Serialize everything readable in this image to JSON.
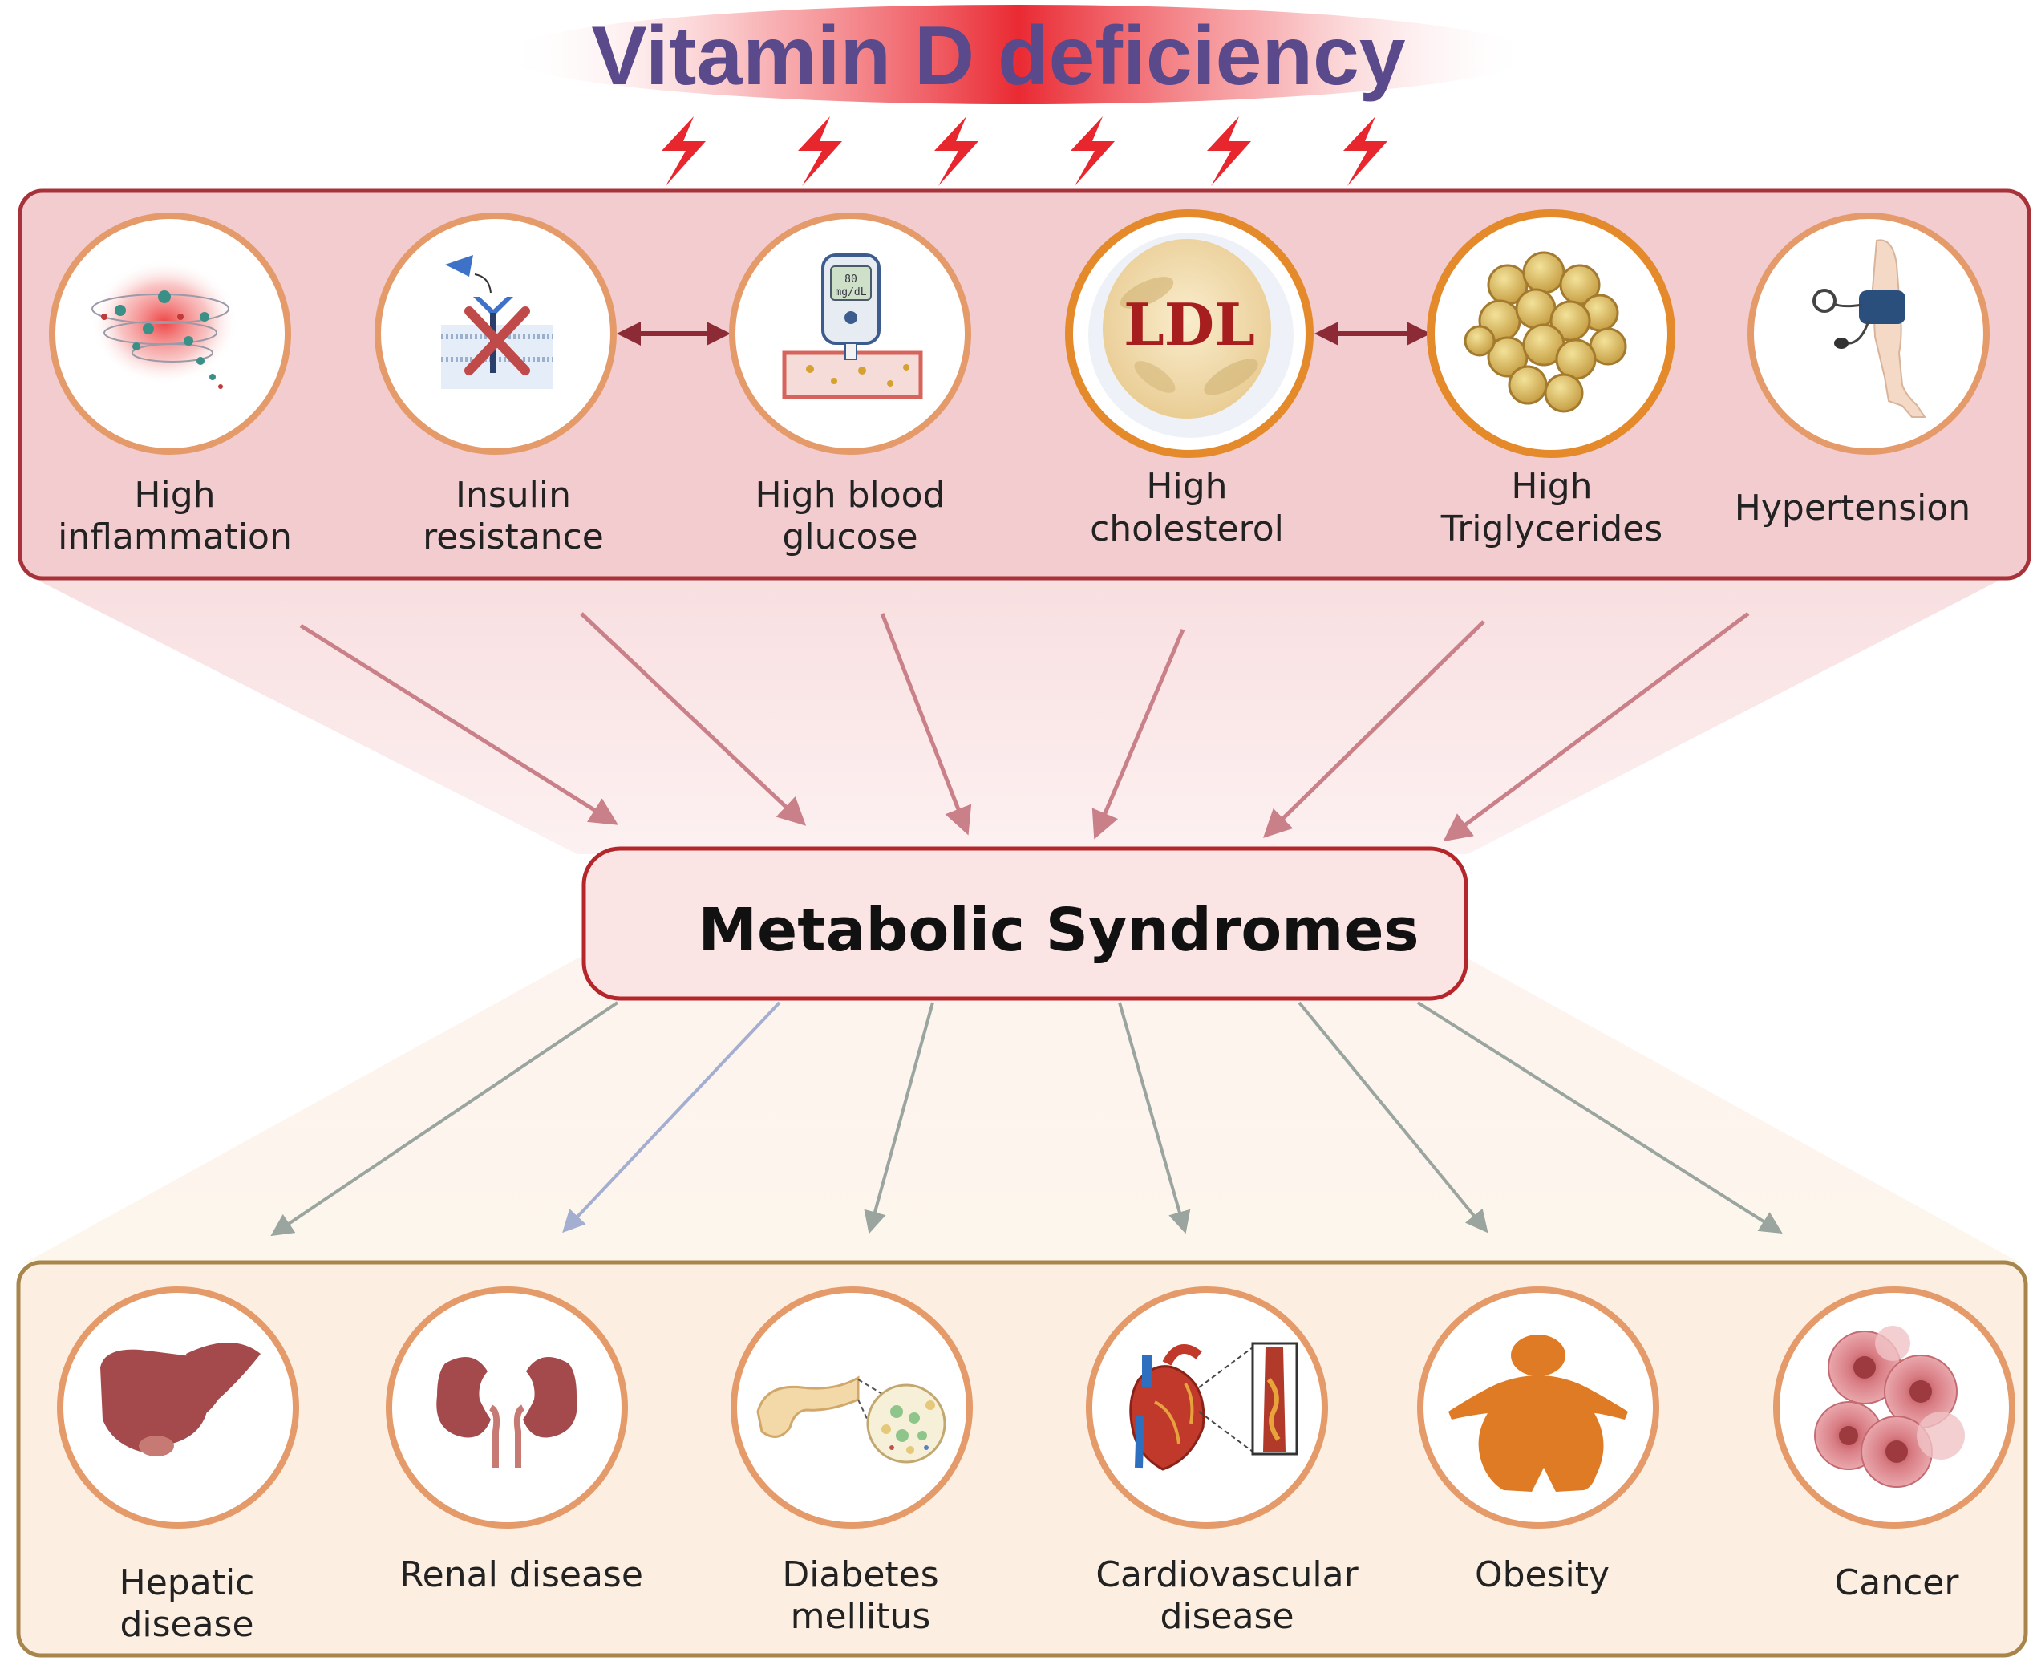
{
  "title": "Vitamin D deficiency",
  "center": "Metabolic Syndromes",
  "risk_factors": [
    {
      "line1": "High",
      "line2": "inflammation",
      "icon": "inflammation-icon"
    },
    {
      "line1": "Insulin",
      "line2": "resistance",
      "icon": "insulin-receptor-icon"
    },
    {
      "line1": "High blood",
      "line2": "glucose",
      "icon": "glucose-meter-icon"
    },
    {
      "line1": "High",
      "line2": "cholesterol",
      "icon": "ldl-particle-icon"
    },
    {
      "line1": "High",
      "line2": "Triglycerides",
      "icon": "fat-cells-icon"
    },
    {
      "line1": "Hypertension",
      "line2": "",
      "icon": "blood-pressure-cuff-icon"
    }
  ],
  "diseases": [
    {
      "line1": "Hepatic",
      "line2": "disease",
      "icon": "liver-icon"
    },
    {
      "line1": "Renal disease",
      "line2": "",
      "icon": "kidneys-icon"
    },
    {
      "line1": "Diabetes",
      "line2": "mellitus",
      "icon": "pancreas-icon"
    },
    {
      "line1": "Cardiovascular",
      "line2": "disease",
      "icon": "heart-icon"
    },
    {
      "line1": "Obesity",
      "line2": "",
      "icon": "obese-person-icon"
    },
    {
      "line1": "Cancer",
      "line2": "",
      "icon": "cancer-cells-icon"
    }
  ],
  "icon_text": {
    "ldl": "LDL",
    "meter_value": "80",
    "meter_unit": "mg/dL"
  },
  "colors": {
    "title": "#5a4a8c",
    "top_panel_fill": "#f2cccf",
    "top_panel_border": "#a8323a",
    "bottom_panel_fill": "#fcefe2",
    "bottom_panel_border": "#a8854a",
    "circle_border": "#e59a6a",
    "bolt": "#e8262d"
  }
}
